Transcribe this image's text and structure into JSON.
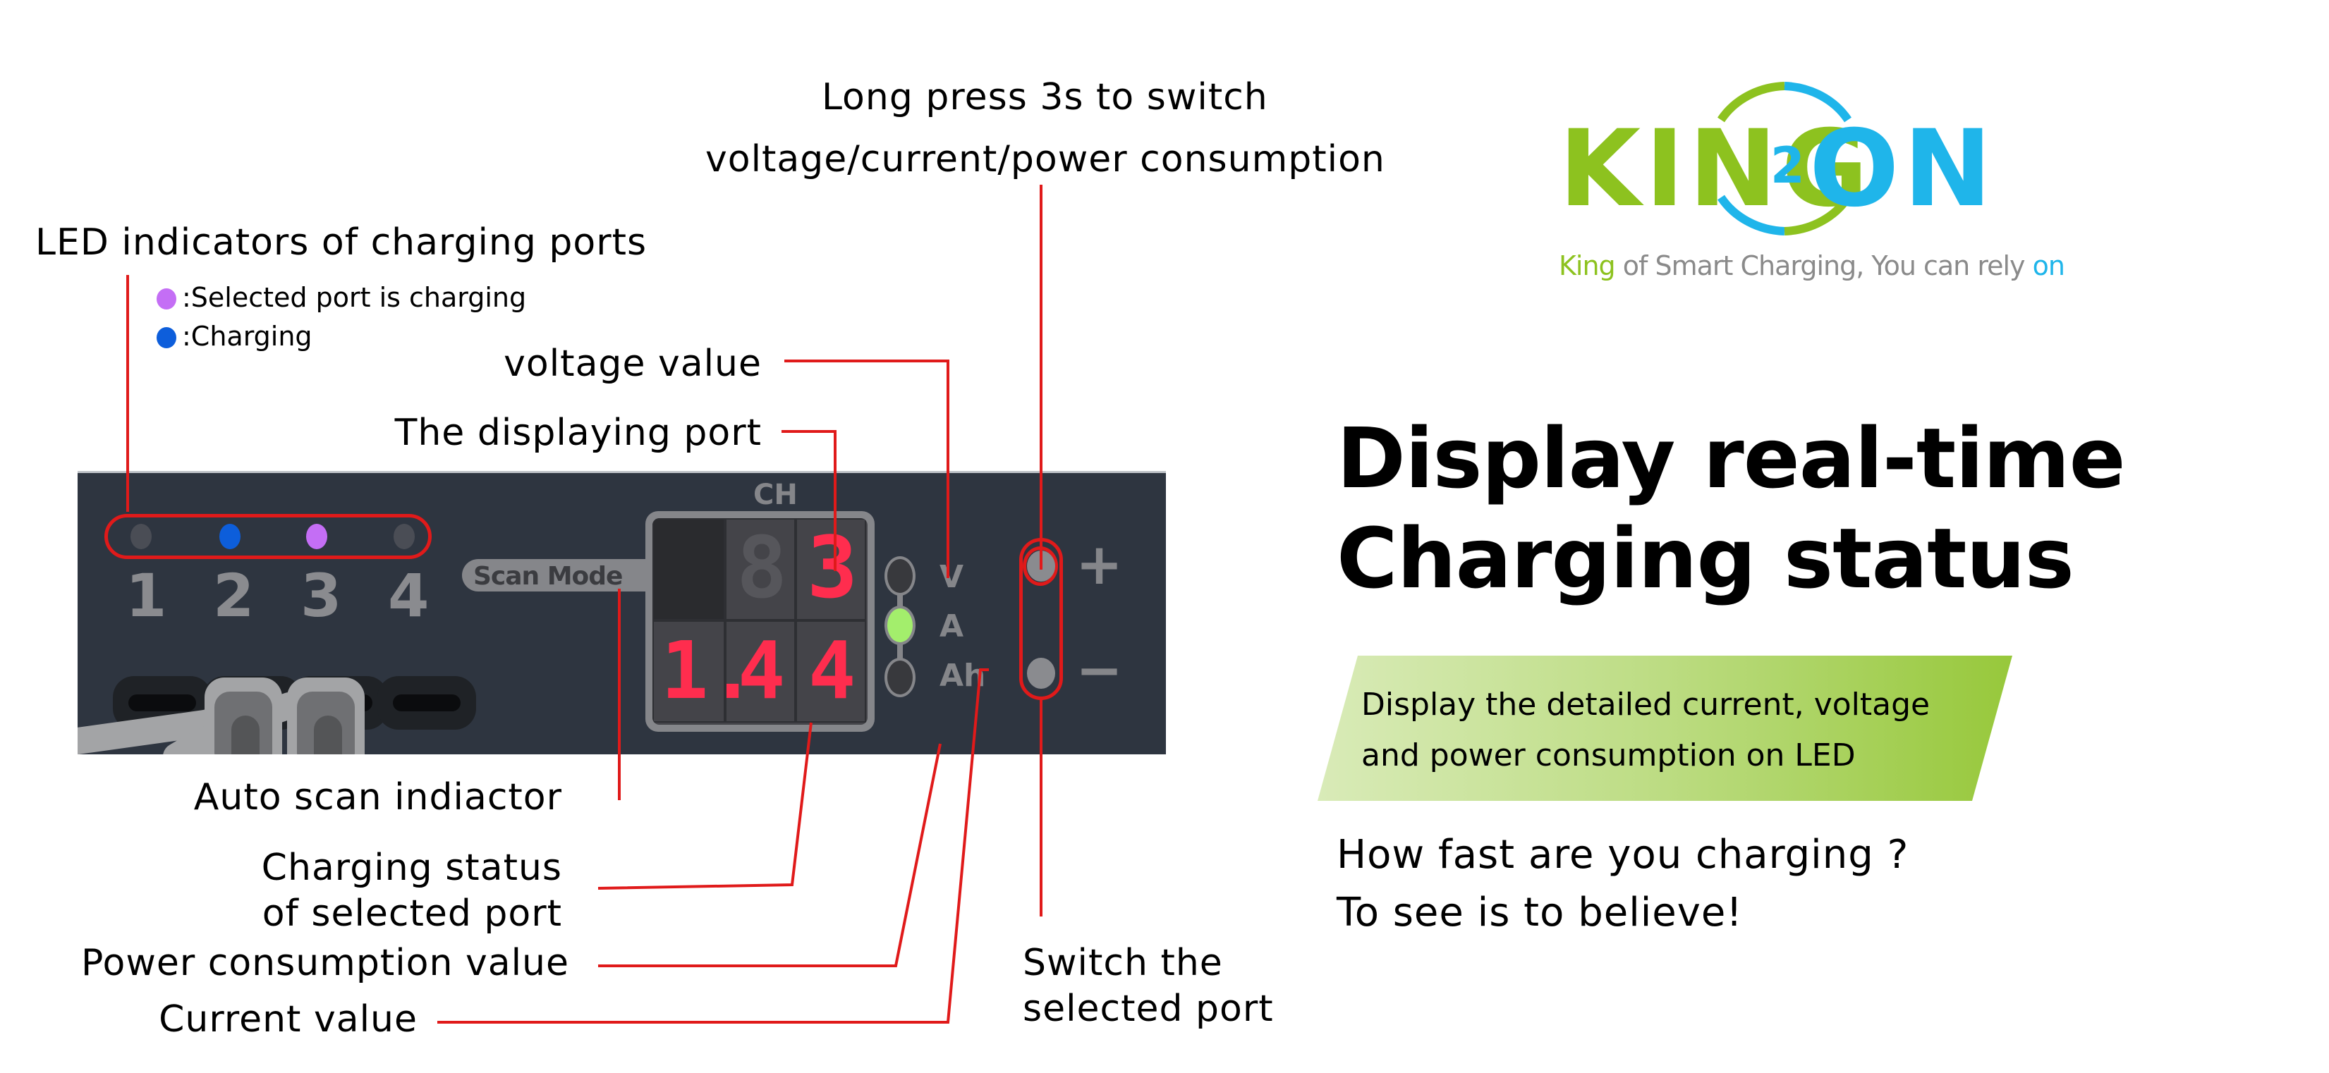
{
  "annotations": {
    "top_caption_line1": "Long press 3s to switch",
    "top_caption_line2": "voltage/current/power consumption",
    "led_indicators": "LED indicators of charging ports",
    "legend_selected": ":Selected port is charging",
    "legend_charging": ":Charging",
    "voltage_value": "voltage value",
    "displaying_port": "The displaying port",
    "auto_scan": "Auto scan indiactor",
    "charging_status_line1": "Charging status",
    "charging_status_line2": "of selected port",
    "power_consumption": "Power consumption value",
    "current_value": "Current value",
    "switch_port_line1": "Switch the",
    "switch_port_line2": "selected port"
  },
  "device": {
    "ports": [
      {
        "number": "1",
        "led": "off",
        "plugged": false
      },
      {
        "number": "2",
        "led": "charging",
        "plugged": true
      },
      {
        "number": "3",
        "led": "selected-charging",
        "plugged": true
      },
      {
        "number": "4",
        "led": "off",
        "plugged": false
      }
    ],
    "scan_mode_label": "Scan Mode",
    "ch_label": "CH",
    "channel_display": "3",
    "value_display": [
      "1.",
      "4",
      "4"
    ],
    "value_reading": "1.44",
    "units": [
      "V",
      "A",
      "Ah"
    ],
    "active_unit": "A",
    "plus_label": "+",
    "minus_label": "−"
  },
  "colors": {
    "led_off": "#4a4d55",
    "led_charging": "#0d5edb",
    "led_selected": "#c46ef5",
    "indicator_active": "#a3ee6c",
    "segment_on": "#ff2d4e",
    "segment_off": "#56565b",
    "callout_line": "#e01a1a",
    "brand_green": "#8dc21f",
    "brand_blue": "#1fb5ea"
  },
  "headline": {
    "line1": "Display real-time",
    "line2": "Charging status"
  },
  "banner": {
    "line1": "Display the detailed current, voltage",
    "line2": "and power consumption on LED"
  },
  "taglines": {
    "line1": "How fast are you charging ?",
    "line2": "To see is to believe!"
  },
  "logo": {
    "word_left": "KING",
    "word_mid": "2",
    "word_right": "ON",
    "slogan_king": "King",
    "slogan_mid": " of Smart Charging, You can rely ",
    "slogan_on": "on"
  }
}
